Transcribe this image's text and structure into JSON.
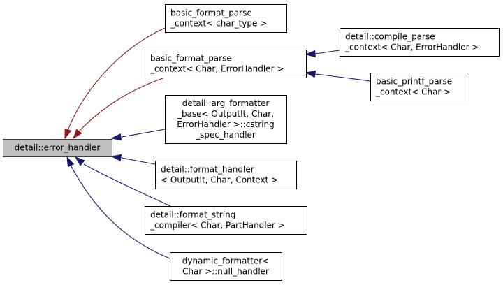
{
  "diagram": {
    "type": "class inheritance graph",
    "colors": {
      "public_inheritance": "#191970",
      "template_instance": "#8b1a1a",
      "root_fill": "#bfbfbf"
    },
    "nodes": [
      {
        "id": "error_handler",
        "lines": [
          "detail::error_handler"
        ],
        "root": true
      },
      {
        "id": "bfpc_char_type",
        "lines": [
          "basic_format_parse",
          "_context< char_type >"
        ]
      },
      {
        "id": "bfpc_char_eh",
        "lines": [
          "basic_format_parse",
          "_context< Char, ErrorHandler >"
        ]
      },
      {
        "id": "compile_parse_ctx",
        "lines": [
          "detail::compile_parse",
          "_context< Char, ErrorHandler >"
        ]
      },
      {
        "id": "printf_parse_ctx",
        "lines": [
          "basic_printf_parse",
          "_context< Char >"
        ]
      },
      {
        "id": "cstring_spec_handler",
        "lines": [
          "detail::arg_formatter",
          "_base< OutputIt, Char,",
          "ErrorHandler >::cstring",
          "_spec_handler"
        ]
      },
      {
        "id": "format_handler",
        "lines": [
          "detail::format_handler",
          "< OutputIt, Char, Context >"
        ]
      },
      {
        "id": "format_string_compiler",
        "lines": [
          "detail::format_string",
          "_compiler< Char, PartHandler >"
        ]
      },
      {
        "id": "null_handler",
        "lines": [
          "dynamic_formatter<",
          "Char >::null_handler"
        ]
      }
    ],
    "edges": [
      {
        "from": "bfpc_char_type",
        "to": "error_handler",
        "kind": "template_instance"
      },
      {
        "from": "bfpc_char_eh",
        "to": "error_handler",
        "kind": "template_instance"
      },
      {
        "from": "compile_parse_ctx",
        "to": "bfpc_char_eh",
        "kind": "public_inheritance"
      },
      {
        "from": "printf_parse_ctx",
        "to": "bfpc_char_eh",
        "kind": "public_inheritance"
      },
      {
        "from": "cstring_spec_handler",
        "to": "error_handler",
        "kind": "public_inheritance"
      },
      {
        "from": "format_handler",
        "to": "error_handler",
        "kind": "public_inheritance"
      },
      {
        "from": "format_string_compiler",
        "to": "error_handler",
        "kind": "public_inheritance"
      },
      {
        "from": "null_handler",
        "to": "error_handler",
        "kind": "public_inheritance"
      }
    ]
  }
}
